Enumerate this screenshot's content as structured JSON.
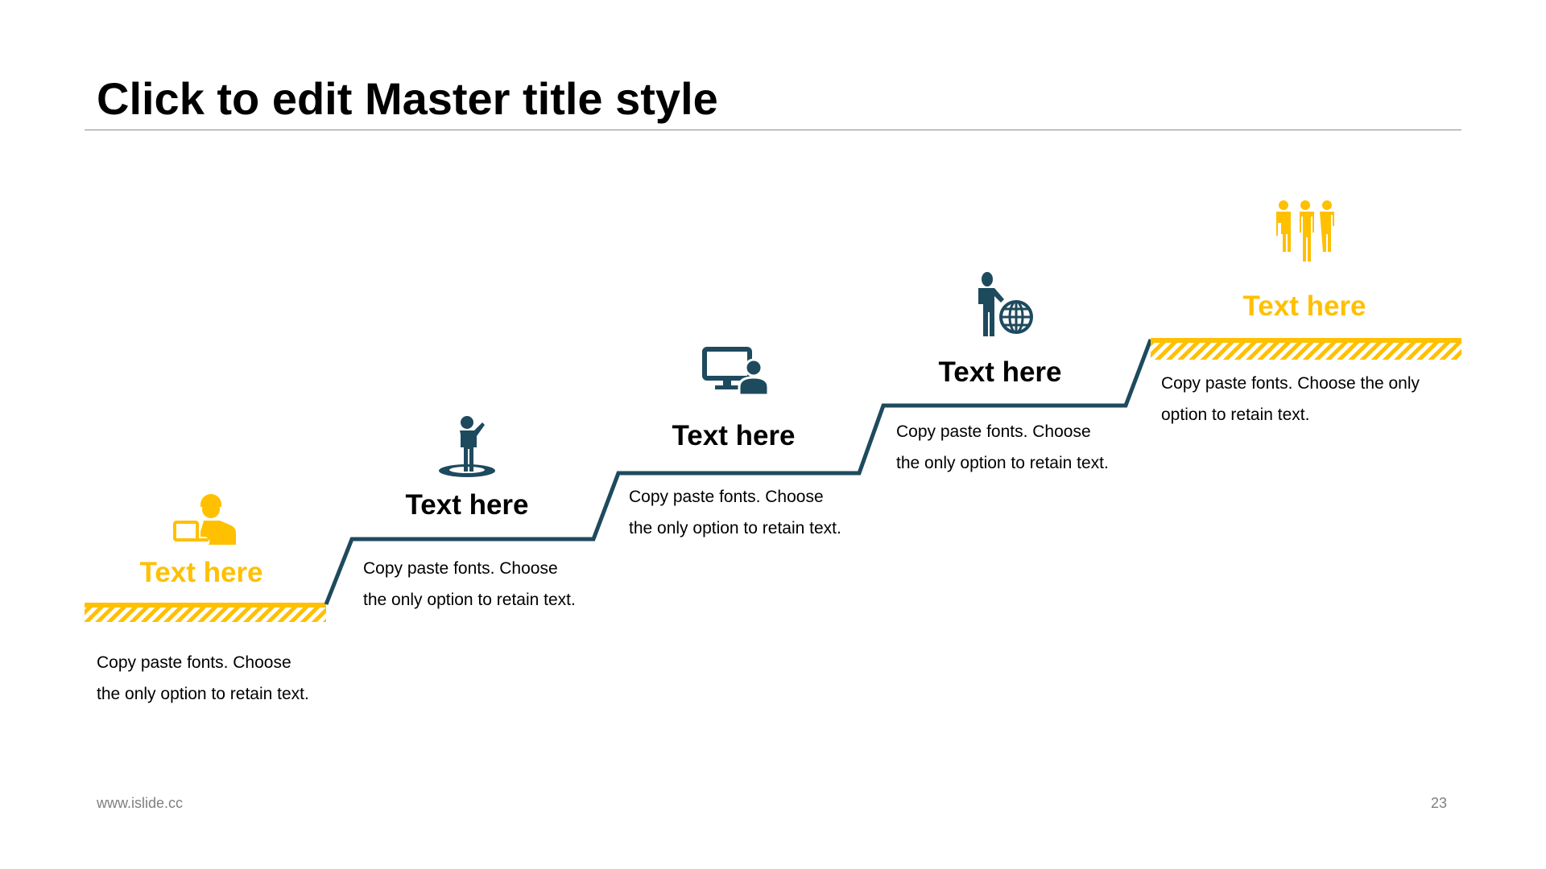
{
  "slide": {
    "title": "Click to edit Master title style",
    "footer_url": "www.islide.cc",
    "page_number": "23"
  },
  "colors": {
    "accent": "#FFC000",
    "dark": "#1E4A5E"
  },
  "steps": [
    {
      "heading": "Text here",
      "body_line1": "Copy paste fonts. Choose",
      "body_line2": "the only option to retain text.",
      "icon": "worker-laptop-icon"
    },
    {
      "heading": "Text here",
      "body_line1": "Copy paste fonts. Choose",
      "body_line2": "the only option to retain text.",
      "icon": "presenter-icon"
    },
    {
      "heading": "Text here",
      "body_line1": "Copy paste fonts. Choose",
      "body_line2": "the only option to retain text.",
      "icon": "monitor-user-icon"
    },
    {
      "heading": "Text here",
      "body_line1": "Copy paste fonts. Choose",
      "body_line2": "the only option to retain text.",
      "icon": "businessman-globe-icon"
    },
    {
      "heading": "Text here",
      "body_line1": "Copy paste fonts. Choose the only",
      "body_line2": "option to retain text.",
      "icon": "team-icon"
    }
  ]
}
